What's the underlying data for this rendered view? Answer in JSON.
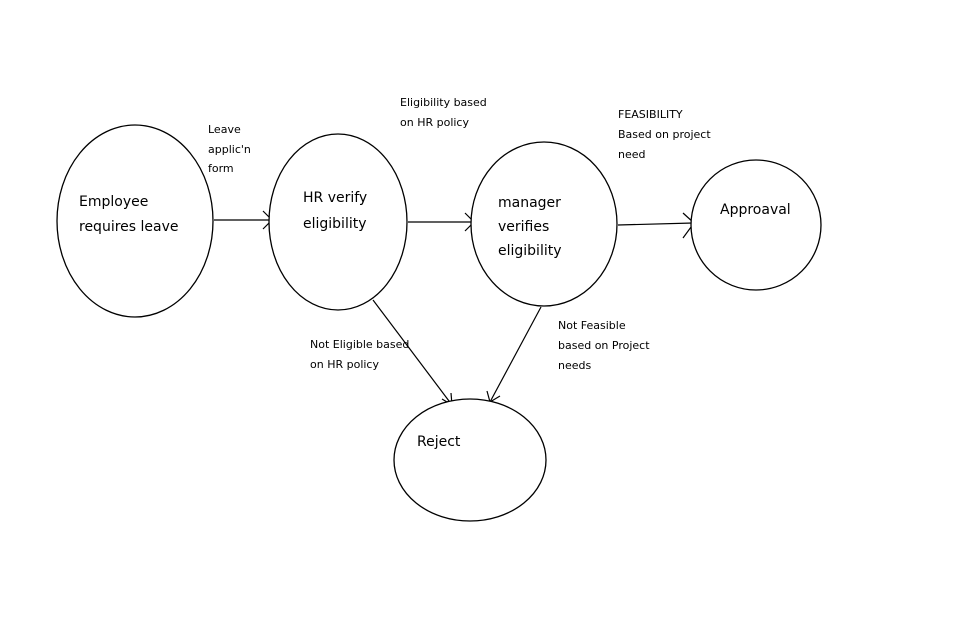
{
  "diagram": {
    "nodes": [
      {
        "id": "employee",
        "lines": [
          "Employee",
          "requires leave"
        ]
      },
      {
        "id": "hr",
        "lines": [
          "HR verify",
          "eligibility"
        ]
      },
      {
        "id": "manager",
        "lines": [
          "manager",
          "verifies",
          "eligibility"
        ]
      },
      {
        "id": "approval",
        "lines": [
          "Approaval"
        ]
      },
      {
        "id": "reject",
        "lines": [
          "Reject"
        ]
      }
    ],
    "edges": [
      {
        "id": "employee-to-hr",
        "from": "employee",
        "to": "hr",
        "lines": [
          "Leave",
          "applic'n",
          "form"
        ]
      },
      {
        "id": "hr-to-manager",
        "from": "hr",
        "to": "manager",
        "lines": [
          "Eligibility based",
          "on HR policy"
        ]
      },
      {
        "id": "manager-to-approval",
        "from": "manager",
        "to": "approval",
        "lines": [
          "FEASIBILITY",
          "Based on project",
          "need"
        ]
      },
      {
        "id": "hr-to-reject",
        "from": "hr",
        "to": "reject",
        "lines": [
          "Not Eligible based",
          "on HR policy"
        ]
      },
      {
        "id": "manager-to-reject",
        "from": "manager",
        "to": "reject",
        "lines": [
          "Not Feasible",
          "based on Project",
          "needs"
        ]
      }
    ]
  }
}
